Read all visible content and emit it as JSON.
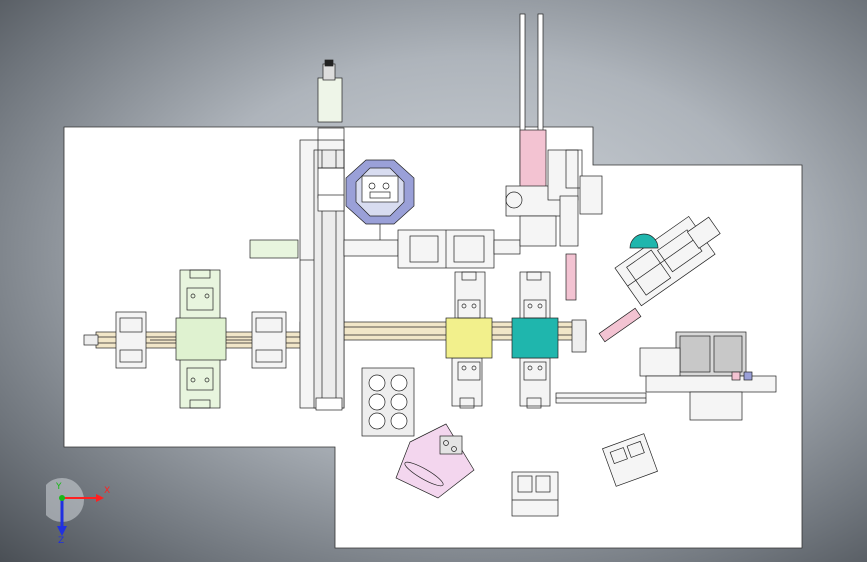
{
  "axes": {
    "x_label": "X",
    "y_label": "Y",
    "z_label": "Z"
  },
  "colors": {
    "sheet": "#ffffff",
    "line": "#222222",
    "station_yellow": "#f2f08c",
    "station_cyan": "#1fb6ad",
    "station_green": "#dff2d0",
    "rail": "#f1e6c8",
    "mech_blue": "#9aa0d8",
    "cylinder_pink": "#f3c3d2",
    "plate_gray": "#e8e8e8",
    "pink_disc": "#f3d6ee",
    "x_axis": "#ff2020",
    "y_axis": "#18b818",
    "z_axis": "#2030e0"
  }
}
